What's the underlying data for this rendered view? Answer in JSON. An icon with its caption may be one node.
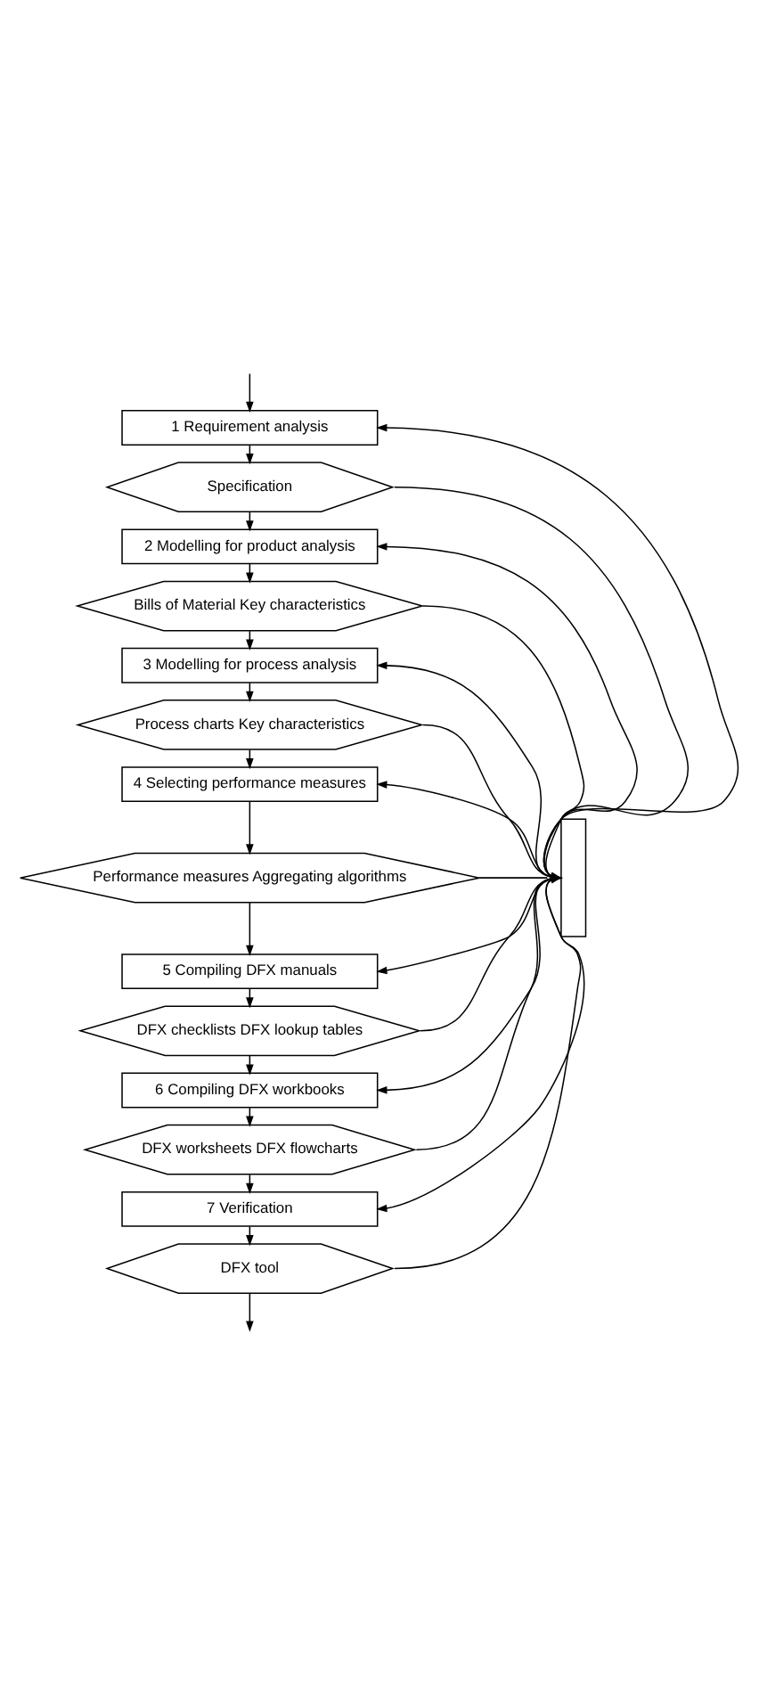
{
  "diagram": {
    "nodes": [
      {
        "text": [
          "1 Requirement analysis"
        ]
      },
      {
        "text": [
          "Specification"
        ]
      },
      {
        "text": [
          "2 Modelling for product analysis"
        ]
      },
      {
        "text": [
          "Bills of Material Key characteristics"
        ]
      },
      {
        "text": [
          "3 Modelling for process analysis"
        ]
      },
      {
        "text": [
          "Process charts Key characteristics"
        ]
      },
      {
        "text": [
          "4 Selecting performance measures"
        ]
      },
      {
        "text": [
          "Performance measures Aggregating algorithms"
        ]
      },
      {
        "text": [
          "5 Compiling DFX manuals"
        ]
      },
      {
        "text": [
          "DFX checklists DFX lookup tables"
        ]
      },
      {
        "text": [
          "6 Compiling DFX workbooks"
        ]
      },
      {
        "text": [
          "DFX worksheets DFX flowcharts"
        ]
      },
      {
        "text": [
          "7 Verification"
        ]
      },
      {
        "text": [
          "DFX tool"
        ]
      },
      {
        "text": [],
        "shape": "bar"
      }
    ],
    "edges": [
      {
        "from": null,
        "to": 0,
        "arrow": "to"
      },
      {
        "from": 14,
        "to": 0,
        "arrow": "to"
      },
      {
        "from": 0,
        "to": 1,
        "arrow": "to"
      },
      {
        "from": 1,
        "to": 14,
        "arrow": "to"
      },
      {
        "from": 1,
        "to": 2,
        "arrow": "to"
      },
      {
        "from": 14,
        "to": 2,
        "arrow": "to"
      },
      {
        "from": 2,
        "to": 3,
        "arrow": "to"
      },
      {
        "from": 3,
        "to": 14,
        "arrow": "to"
      },
      {
        "from": 3,
        "to": 4,
        "arrow": "to"
      },
      {
        "from": 14,
        "to": 4,
        "arrow": "to"
      },
      {
        "from": 4,
        "to": 5,
        "arrow": "to"
      },
      {
        "from": 5,
        "to": 14,
        "arrow": "to"
      },
      {
        "from": 5,
        "to": 6,
        "arrow": "to"
      },
      {
        "from": 14,
        "to": 6,
        "arrow": "to"
      },
      {
        "from": 6,
        "to": 7,
        "arrow": "to"
      },
      {
        "from": 7,
        "to": 14,
        "arrow": "to"
      },
      {
        "from": 7,
        "to": 8,
        "arrow": "to"
      },
      {
        "from": 14,
        "to": 8,
        "arrow": "to"
      },
      {
        "from": 8,
        "to": 9,
        "arrow": "to"
      },
      {
        "from": 9,
        "to": 14,
        "arrow": "to"
      },
      {
        "from": 9,
        "to": 10,
        "arrow": "to"
      },
      {
        "from": 14,
        "to": 10,
        "arrow": "to"
      },
      {
        "from": 10,
        "to": 11,
        "arrow": "to"
      },
      {
        "from": 11,
        "to": 14,
        "arrow": "to"
      },
      {
        "from": 11,
        "to": 12,
        "arrow": "to"
      },
      {
        "from": 14,
        "to": 12,
        "arrow": "to"
      },
      {
        "from": 12,
        "to": 13,
        "arrow": "to"
      },
      {
        "from": 13,
        "to": 14,
        "arrow": "to"
      },
      {
        "from": 13,
        "to": null,
        "arrow": "to"
      }
    ]
  }
}
